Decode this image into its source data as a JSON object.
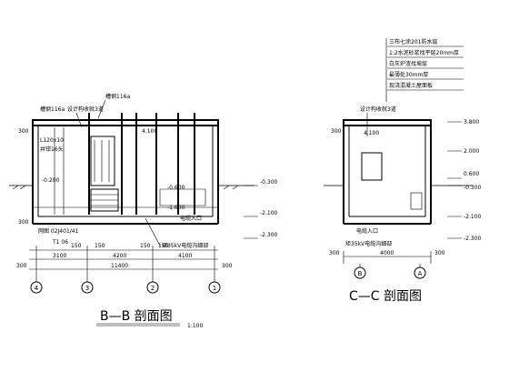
{
  "left_section": {
    "title": "B—B 剖面图",
    "scale": "1:100",
    "labels": {
      "channel_top": "槽钢116a",
      "channel_left": "槽钢116a",
      "equipment": "设计构收就3道",
      "steel": "L120x10",
      "rod": "井钳16头",
      "detail1": "T1 06",
      "elev_410": "4.100",
      "ref": "网图 02J401/41",
      "elev_m020": "-0.200",
      "elev_m060": "-0.600",
      "elev_m160": "-1.600",
      "cable_entry": "电缆入口",
      "cable_duct": "矩35kV电缆沟细部",
      "elev_m030": "-0.300",
      "elev_m210": "-2.100",
      "elev_m230": "-2.300",
      "dim_300a": "300",
      "dim_300b": "300"
    },
    "dims": {
      "spans": [
        "150",
        "150",
        "150",
        "150"
      ],
      "bays": [
        "3100",
        "4200",
        "4100"
      ],
      "total": "11400",
      "side": [
        "300",
        "300"
      ]
    },
    "axes": [
      "4",
      "3",
      "2",
      "1"
    ]
  },
  "right_section": {
    "title": "C—C 剖面图",
    "roof_notes": [
      "三布七涂201防水层",
      "1:2水泥砂浆找平层20mm厚",
      "白灰炉渣找坡层",
      "最薄处30mm厚",
      "现浇混凝土屋面板"
    ],
    "labels": {
      "equipment": "设计构收就3道",
      "elev_380": "3.800",
      "elev_410": "4.100",
      "elev_200": "2.000",
      "elev_060": "0.600",
      "elev_m030": "-0.300",
      "elev_m210": "-2.100",
      "elev_m230": "-2.300",
      "cable_entry": "电缆入口",
      "cable_duct": "矩35kV电缆沟细部",
      "dim_300": "300"
    },
    "dims": {
      "span": "4000",
      "side": [
        "300",
        "300"
      ]
    },
    "axes": [
      "B",
      "A"
    ]
  }
}
